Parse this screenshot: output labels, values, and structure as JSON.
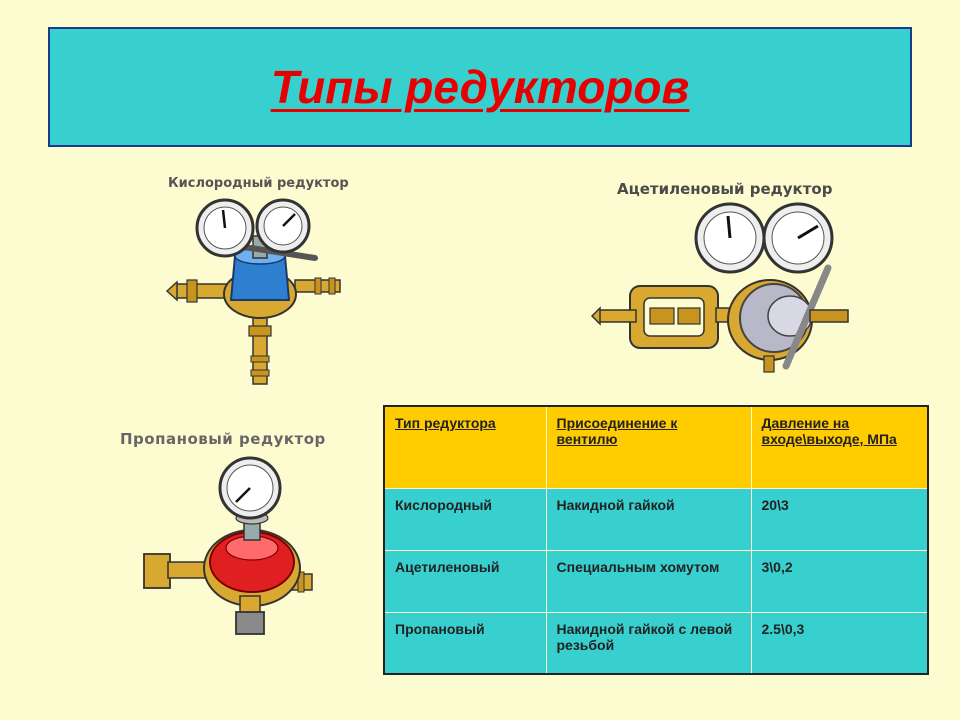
{
  "title": "Типы редукторов",
  "captions": {
    "oxygen": "Кислородный редуктор",
    "acetylene": "Ацетиленовый редуктор",
    "propane": "Пропановый редуктор"
  },
  "colors": {
    "background": "#fdfcd0",
    "title_box": "#38cfcf",
    "title_text": "#e80000",
    "table_header": "#ffcc00",
    "table_body": "#38cfcf",
    "oxygen_body": "#2f7fd0",
    "acetylene_body": "#b8b8c8",
    "propane_body": "#e02020",
    "brass": "#d9a830"
  },
  "table": {
    "headers": [
      "Тип редуктора",
      "Присоединение к вентилю",
      "Давление на входе\\выходе, МПа"
    ],
    "rows": [
      [
        "Кислородный",
        "Накидной гайкой",
        "20\\3"
      ],
      [
        "Ацетиленовый",
        "Специальным хомутом",
        "3\\0,2"
      ],
      [
        "Пропановый",
        "Накидной гайкой с левой резьбой",
        "2.5\\0,3"
      ]
    ]
  }
}
